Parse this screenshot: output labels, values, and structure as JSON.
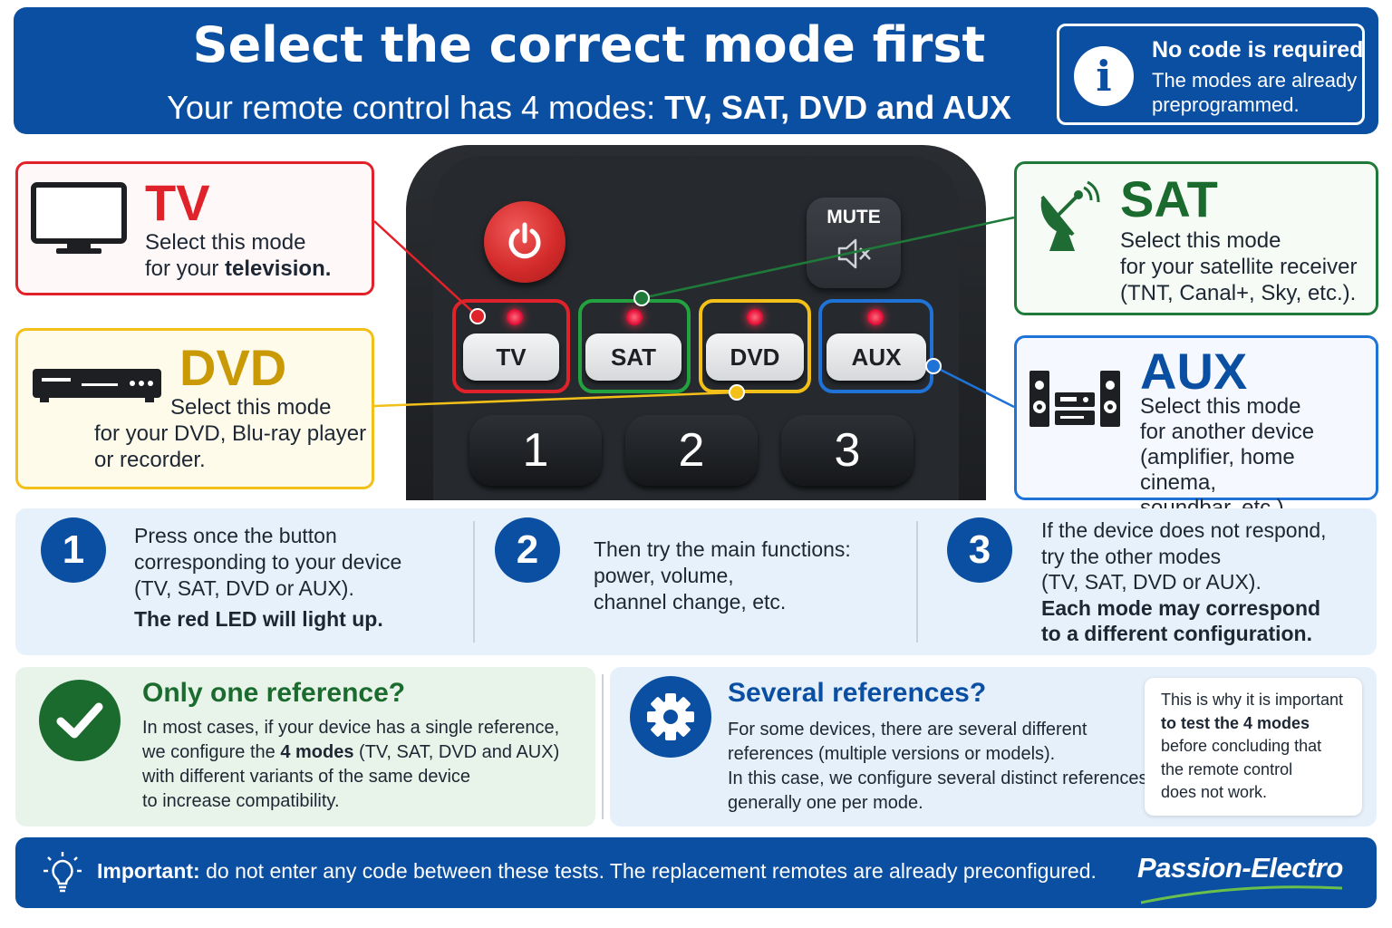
{
  "header": {
    "title": "Select the correct mode first",
    "subtitle_prefix": "Your remote control has 4 modes:",
    "subtitle_modes": "TV, SAT, DVD and AUX",
    "info_title": "No code is required",
    "info_text": "The modes are already preprogrammed."
  },
  "remote": {
    "mute_label": "MUTE",
    "mode_buttons": [
      "TV",
      "SAT",
      "DVD",
      "AUX"
    ],
    "number_buttons": [
      "1",
      "2",
      "3"
    ]
  },
  "cards": {
    "tv": {
      "title": "TV",
      "line1": "Select this mode",
      "line2_prefix": "for your",
      "line2_bold": "television."
    },
    "dvd": {
      "title": "DVD",
      "line1": "Select this mode",
      "line2": "for your DVD, Blu-ray player",
      "line3": "or recorder."
    },
    "sat": {
      "title": "SAT",
      "line1": "Select this mode",
      "line2": "for your satellite receiver",
      "line3": "(TNT, Canal+, Sky, etc.)."
    },
    "aux": {
      "title": "AUX",
      "line1": "Select this mode",
      "line2": "for another device",
      "line3": "(amplifier, home cinema,",
      "line4": "soundbar, etc.)."
    }
  },
  "steps": [
    {
      "number": "1",
      "lines": [
        "Press once the button",
        "corresponding to your device",
        "(TV, SAT, DVD or AUX)."
      ],
      "bold": "The red LED will light up."
    },
    {
      "number": "2",
      "lines": [
        "Then try the main functions:",
        "power, volume,",
        "channel change, etc."
      ]
    },
    {
      "number": "3",
      "lines": [
        "If the device does not respond,",
        "try the other modes",
        "(TV, SAT, DVD or AUX)."
      ],
      "bold_lines": [
        "Each mode may correspond",
        "to a different configuration."
      ]
    }
  ],
  "references": {
    "one": {
      "title": "Only one reference?",
      "line1": "In most cases, if your device has a single reference,",
      "line2_prefix": "we configure the",
      "line2_bold": "4 modes",
      "line2_suffix": "(TV, SAT, DVD and AUX)",
      "line3": "with different variants of the same device",
      "line4": "to increase compatibility."
    },
    "several": {
      "title": "Several references?",
      "line1": "For some devices, there are several different",
      "line2": "references (multiple versions or models).",
      "line3": "In this case, we configure several distinct references,",
      "line4": "generally one per mode.",
      "note_line1": "This is why it is important",
      "note_bold": "to test the 4 modes",
      "note_line3": "before concluding that",
      "note_line4": "the remote control",
      "note_line5": "does not work."
    }
  },
  "footer": {
    "important_label": "Important:",
    "important_text": "do not enter any code between these tests. The replacement remotes are already preconfigured.",
    "brand": "Passion-Electro"
  },
  "colors": {
    "primary_blue": "#0b4fa3",
    "tv_red": "#e0232b",
    "dvd_yellow": "#f2c018",
    "sat_green": "#1f7a3a",
    "aux_blue": "#1f73d6"
  },
  "icons": [
    "info-icon",
    "tv-icon",
    "dvd-player-icon",
    "satellite-dish-icon",
    "stereo-system-icon",
    "power-icon",
    "mute-icon",
    "check-icon",
    "gear-icon",
    "lightbulb-icon"
  ]
}
